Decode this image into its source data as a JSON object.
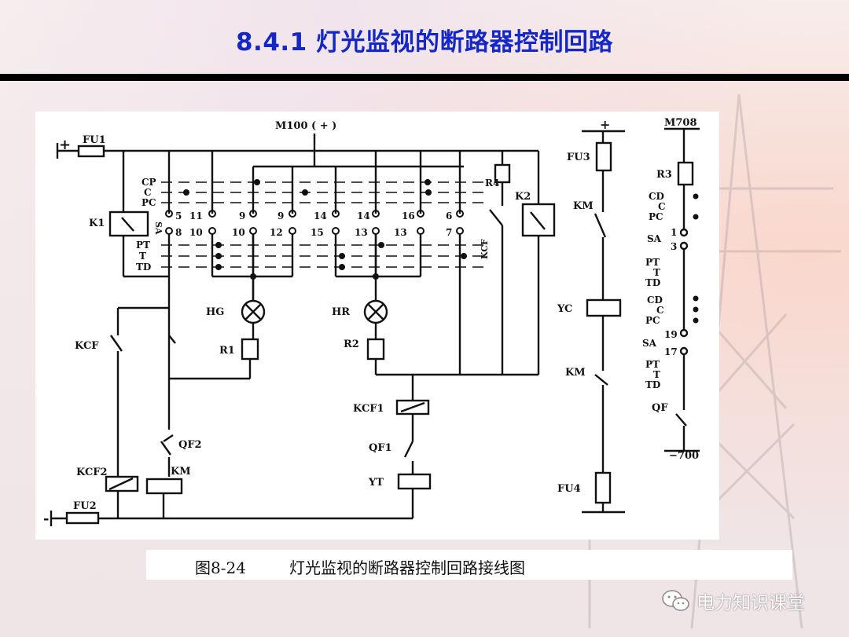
{
  "title": "8.4.1 灯光监视的断路器控制回路",
  "caption": {
    "figure_number": "图8-24",
    "text": "灯光监视的断路器控制回路接线图"
  },
  "watermark": {
    "icon": "wechat-icon",
    "text": "电力知识课堂"
  },
  "diagram_labels": {
    "fu1": "FU1",
    "fu2": "FU2",
    "fu3": "FU3",
    "fu4": "FU4",
    "plus": "+",
    "minus": "-",
    "m100": "M100 ( + )",
    "m708": "M708",
    "minus700": "−700",
    "cp": "CP",
    "c": "C",
    "pc": "PC",
    "pt": "PT",
    "t": "T",
    "td": "TD",
    "k1": "K1",
    "k2": "K2",
    "sa": "SA",
    "r4": "R4",
    "kcf": "KCF",
    "hg": "HG",
    "hr": "HR",
    "r1": "R1",
    "r2": "R2",
    "kcf1": "KCF1",
    "kcf2": "KCF2",
    "qf1": "QF1",
    "qf2": "QF2",
    "qf": "QF",
    "km": "KM",
    "yt": "YT",
    "yc": "YC",
    "r3": "R3",
    "cd": "CD",
    "contacts_top": [
      "5",
      "11",
      "9",
      "9",
      "14",
      "14",
      "16",
      "6"
    ],
    "contacts_bottom": [
      "8",
      "10",
      "10",
      "12",
      "15",
      "13",
      "13",
      "7"
    ],
    "right_contacts": [
      "1",
      "3",
      "19",
      "17"
    ]
  }
}
